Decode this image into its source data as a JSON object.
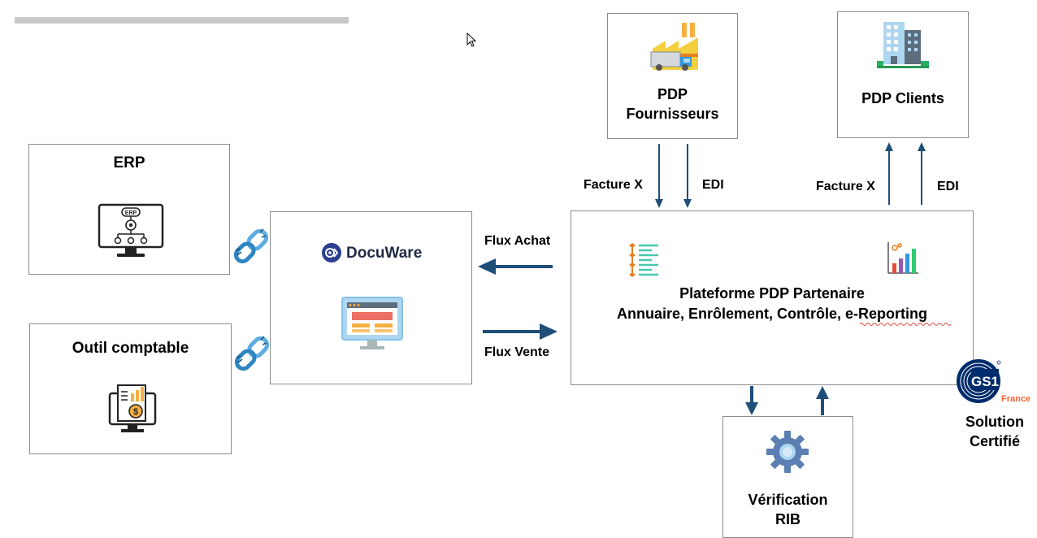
{
  "erp": {
    "title": "ERP",
    "icon_text": "ERP"
  },
  "compta": {
    "title": "Outil comptable"
  },
  "docuware": {
    "brand": "DocuWare"
  },
  "flux": {
    "achat": "Flux Achat",
    "vente": "Flux Vente"
  },
  "fournisseurs": {
    "line1": "PDP",
    "line2": "Fournisseurs",
    "label_left": "Facture X",
    "label_right": "EDI"
  },
  "clients": {
    "title": "PDP Clients",
    "label_left": "Facture X",
    "label_right": "EDI"
  },
  "plateforme": {
    "line1": "Plateforme PDP Partenaire",
    "line2": "Annuaire, Enrôlement, Contrôle, e-Reporting"
  },
  "rib": {
    "line1": "Vérification",
    "line2": "RIB"
  },
  "gs1": {
    "logo_text": "GS1",
    "country": "France",
    "line1": "Solution",
    "line2": "Certifié"
  },
  "colors": {
    "arrow": "#1f4e79",
    "border": "#8c8c8c",
    "gs1_orange": "#f26334",
    "gs1_blue": "#002c6c"
  }
}
